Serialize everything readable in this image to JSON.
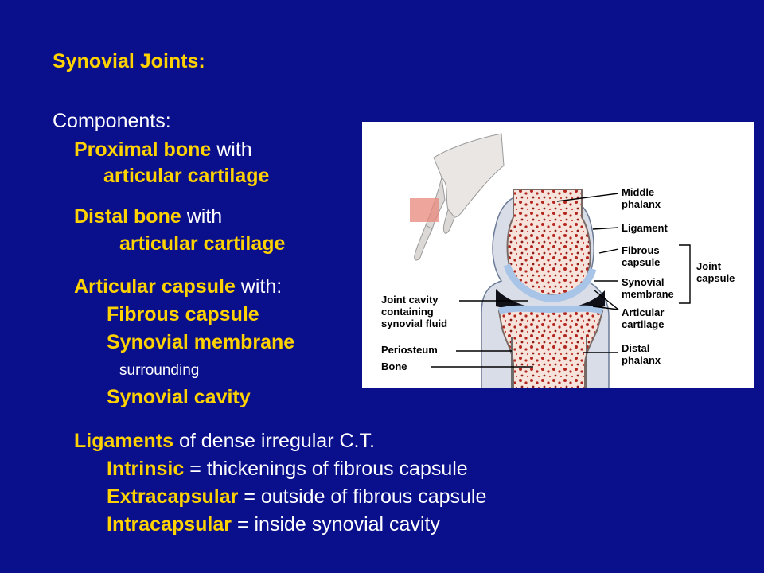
{
  "slide": {
    "title": "Synovial Joints:",
    "components_label": "Components:",
    "proximal": {
      "bold": "Proximal bone",
      "rest": " with",
      "line2": "articular cartilage"
    },
    "distal": {
      "bold": "Distal bone",
      "rest": " with",
      "line2": "articular cartilage"
    },
    "capsule": {
      "bold": "Articular capsule",
      "rest": " with:",
      "fibrous": "Fibrous capsule",
      "synovial_membrane": "Synovial membrane",
      "surrounding": "surrounding",
      "cavity": "Synovial cavity"
    },
    "ligaments": {
      "bold": "Ligaments",
      "rest": " of dense irregular C.T.",
      "intrinsic": {
        "term": "Intrinsic",
        "def": " = thickenings of fibrous capsule"
      },
      "extracapsular": {
        "term": "Extracapsular",
        "def": " = outside of fibrous capsule"
      },
      "intracapsular": {
        "term": "Intracapsular",
        "def": " = inside synovial cavity"
      }
    }
  },
  "diagram": {
    "labels_right": {
      "middle_phalanx": [
        "Middle",
        "phalanx"
      ],
      "ligament": "Ligament",
      "fibrous_capsule": [
        "Fibrous",
        "capsule"
      ],
      "synovial_membrane": [
        "Synovial",
        "membrane"
      ],
      "articular_cartilage": [
        "Articular",
        "cartilage"
      ],
      "distal_phalanx": [
        "Distal",
        "phalanx"
      ],
      "joint_capsule": [
        "Joint",
        "capsule"
      ]
    },
    "labels_left": {
      "joint_cavity": [
        "Joint cavity",
        "containing",
        "synovial fluid"
      ],
      "periosteum": "Periosteum",
      "bone": "Bone"
    }
  }
}
